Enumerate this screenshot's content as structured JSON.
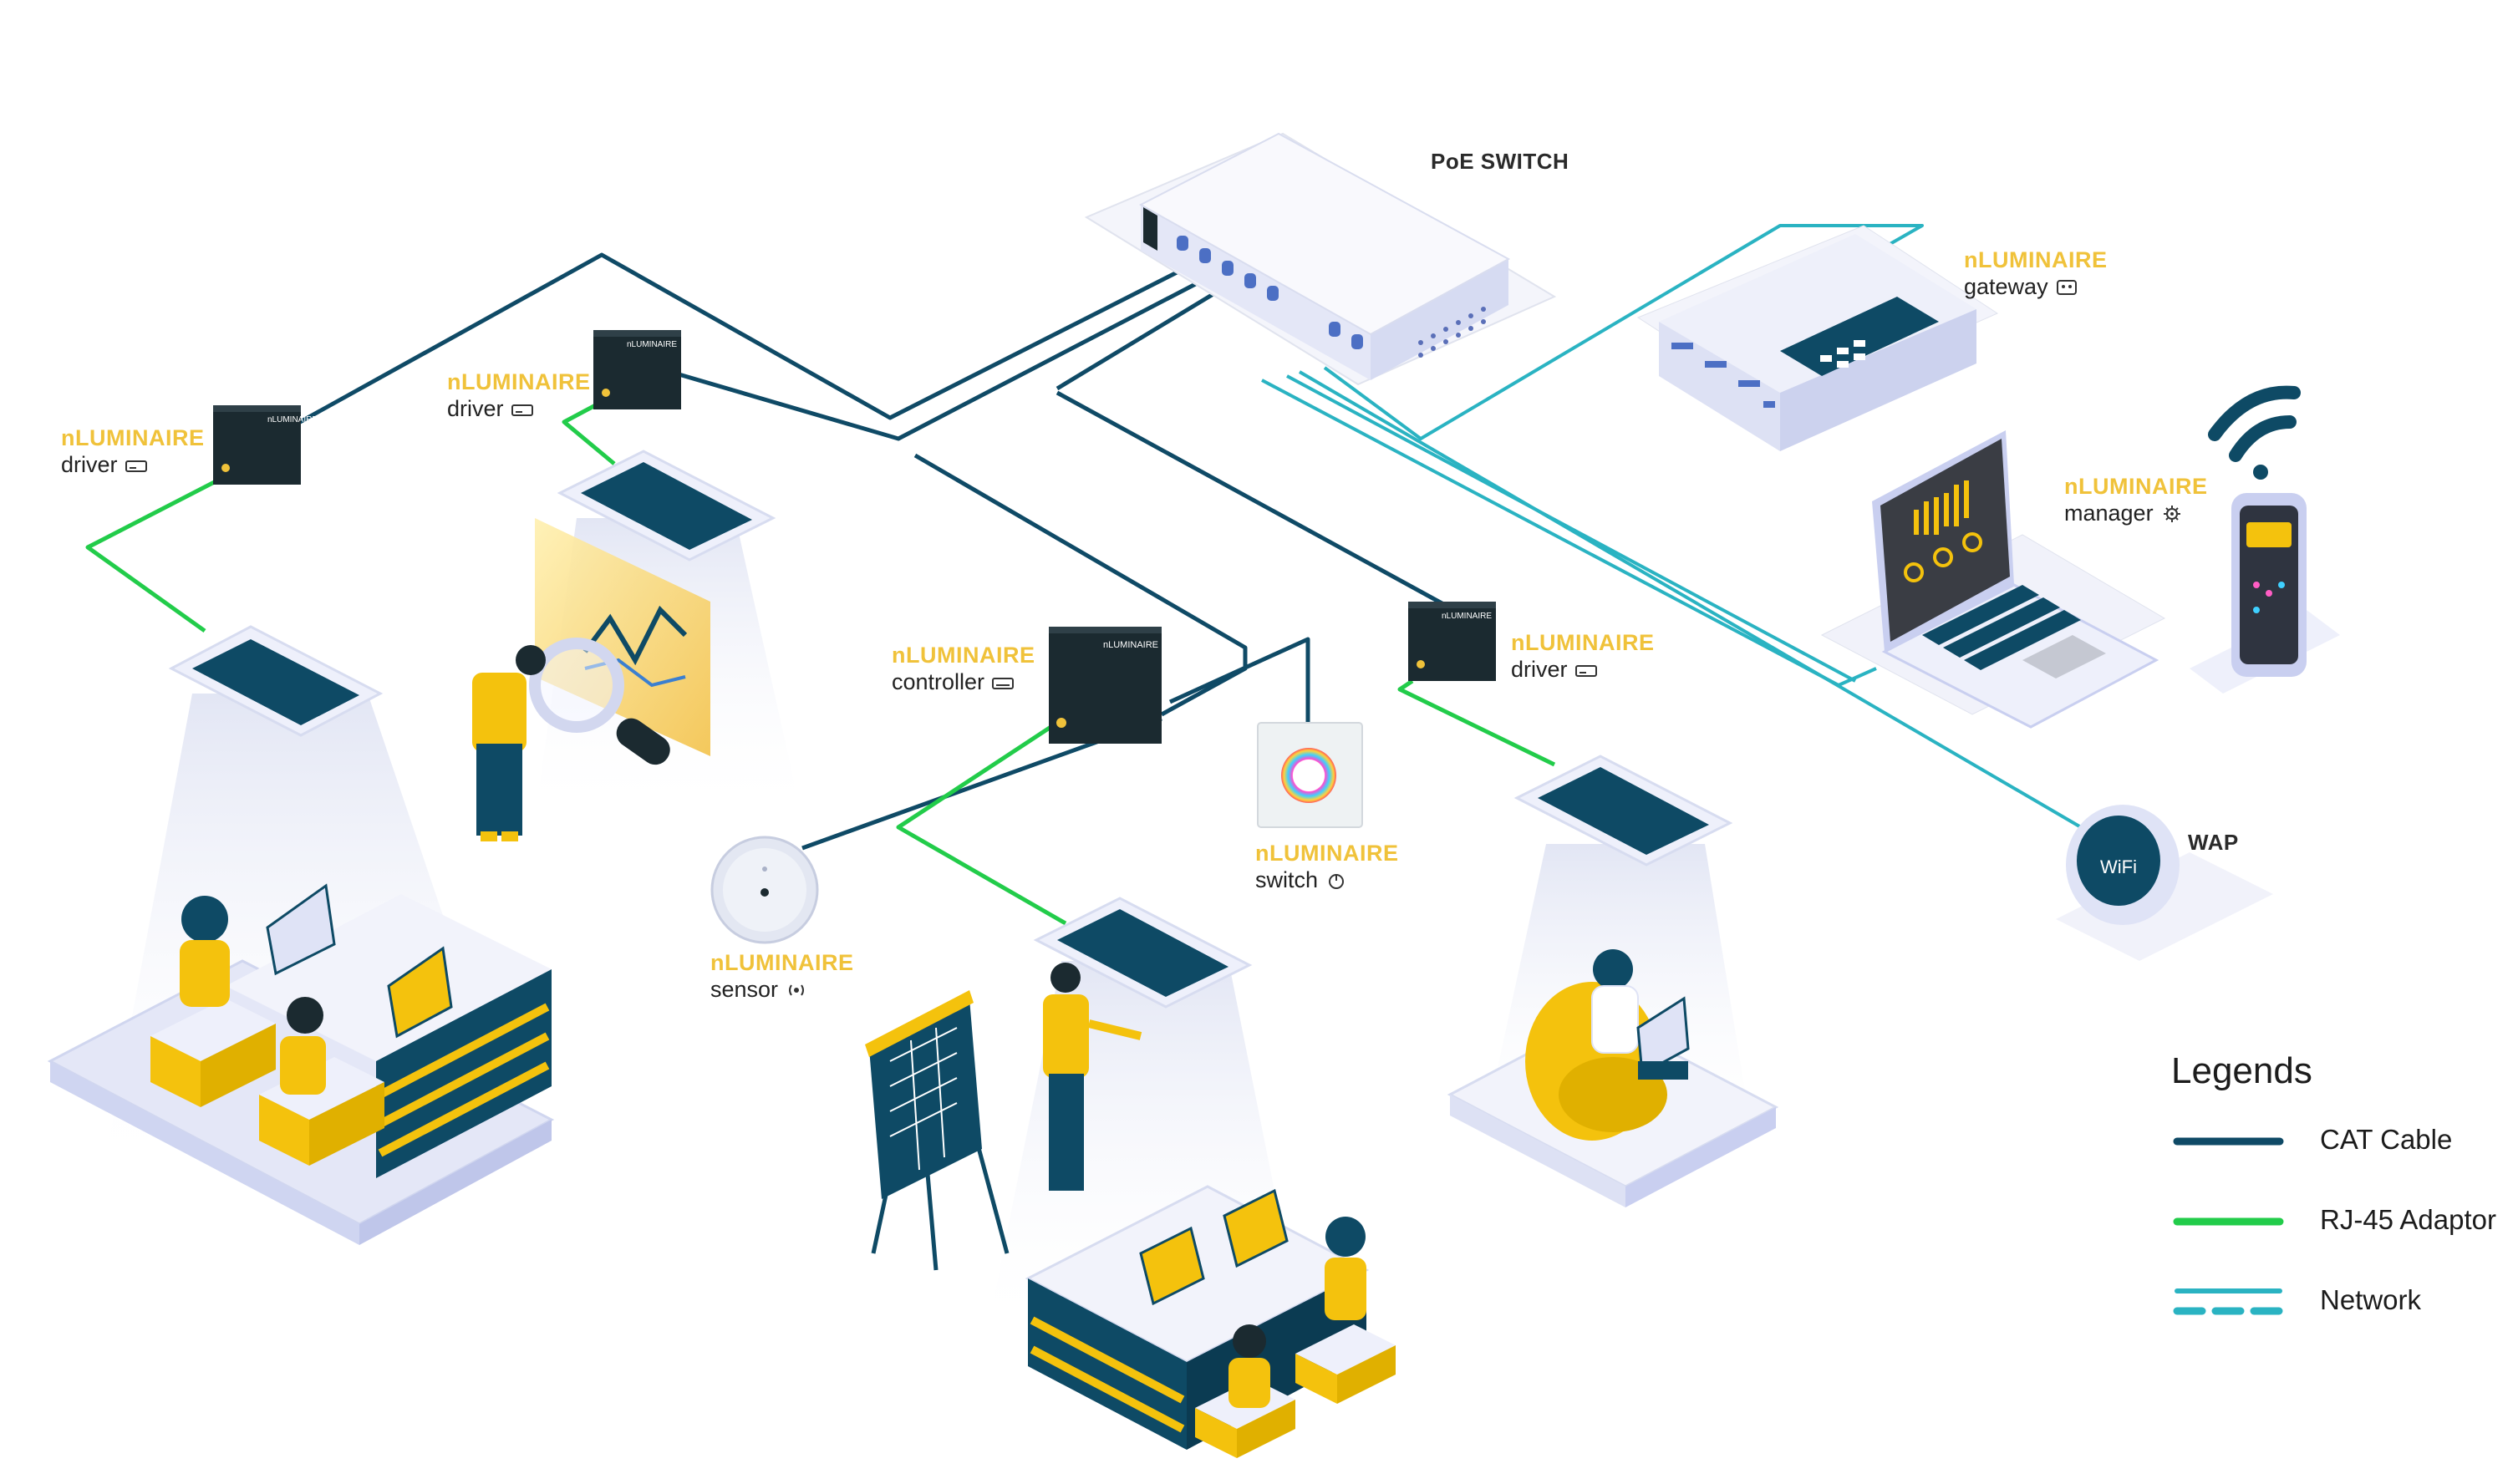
{
  "colors": {
    "cat": "#0f4a66",
    "rj45": "#22cc4a",
    "network": "#2ab3c2",
    "brand": "#f0c23a",
    "device": "#1b2a30",
    "panel": "#0e4a65",
    "floor": "#eef0fb",
    "figure": "#f4c20d"
  },
  "labels": {
    "poe_switch": "PoE SWITCH",
    "wap": "WAP",
    "brand": "nLUMINAIRE",
    "driver": "driver",
    "controller": "controller",
    "sensor": "sensor",
    "switch": "switch",
    "gateway": "gateway",
    "manager": "manager"
  },
  "legend": {
    "title": "Legends",
    "items": [
      {
        "label": "CAT Cable"
      },
      {
        "label": "RJ-45 Adaptor"
      },
      {
        "label": "Network"
      }
    ]
  },
  "icons": [
    "driver-icon",
    "controller-icon",
    "sensor-icon",
    "switch-power-icon",
    "gateway-icon",
    "manager-gear-icon",
    "wifi-icon"
  ]
}
